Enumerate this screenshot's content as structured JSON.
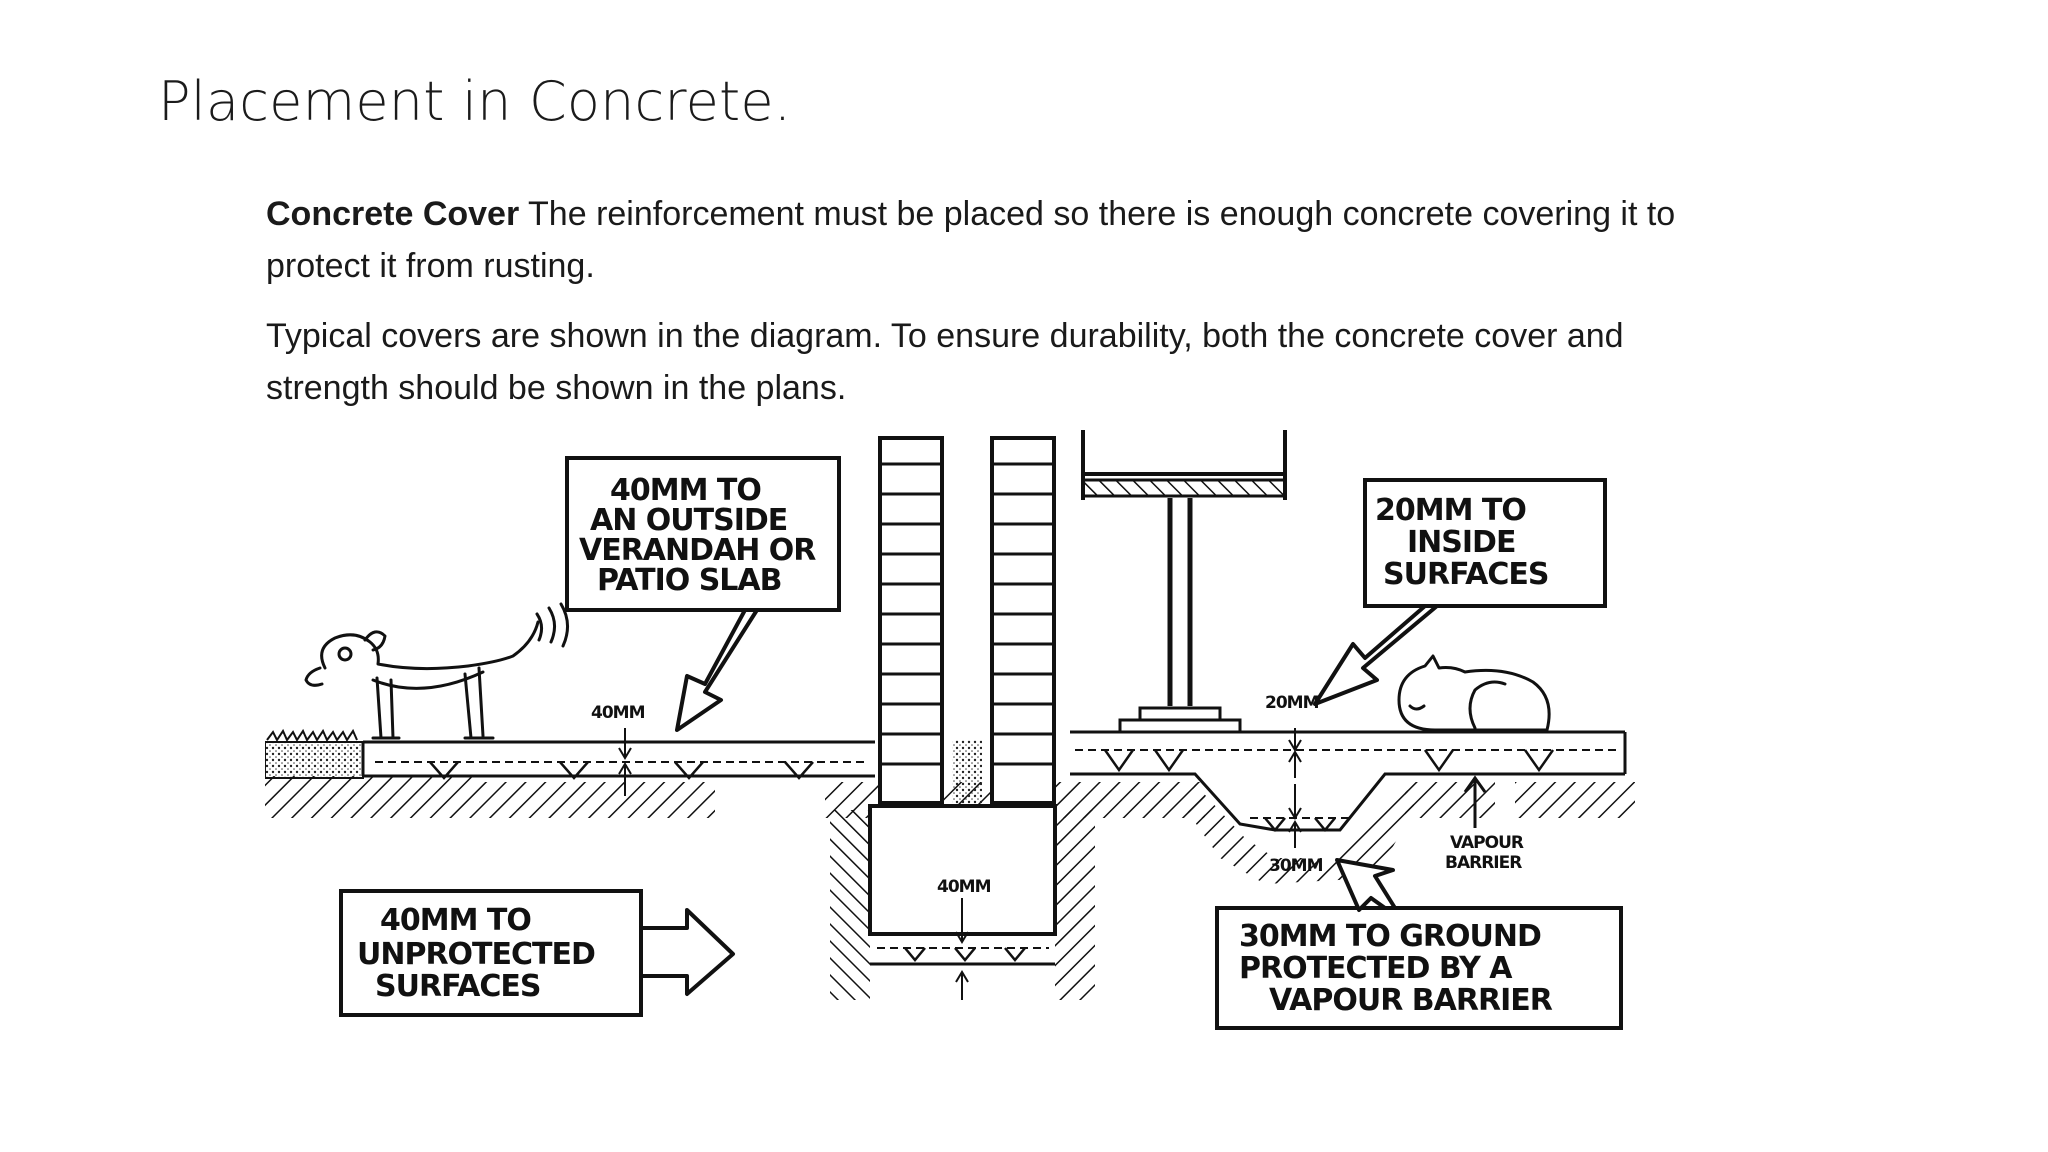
{
  "slide": {
    "title": "Placement in Concrete."
  },
  "text": {
    "p1_bold": "Concrete Cover",
    "p1_rest": " The reinforcement must be placed so there is enough concrete covering it to protect it from rusting.",
    "p2": "Typical covers are shown in the diagram. To ensure durability, both the concrete cover and strength should be shown in the plans."
  },
  "diagram": {
    "callout_verandah": [
      "40MM TO",
      "AN OUTSIDE",
      "VERANDAH OR",
      "PATIO SLAB"
    ],
    "callout_inside": [
      "20MM TO",
      "INSIDE",
      "SURFACES"
    ],
    "callout_unprotected": [
      "40MM TO",
      "UNPROTECTED",
      "SURFACES"
    ],
    "callout_ground": [
      "30MM TO GROUND",
      "PROTECTED BY A",
      "VAPOUR BARRIER"
    ],
    "dim_slab_left": "40MM",
    "dim_footing": "40MM",
    "dim_slab_right": "20MM",
    "dim_thickening": "30MM",
    "vapour_barrier": [
      "VAPOUR",
      "BARRIER"
    ]
  }
}
